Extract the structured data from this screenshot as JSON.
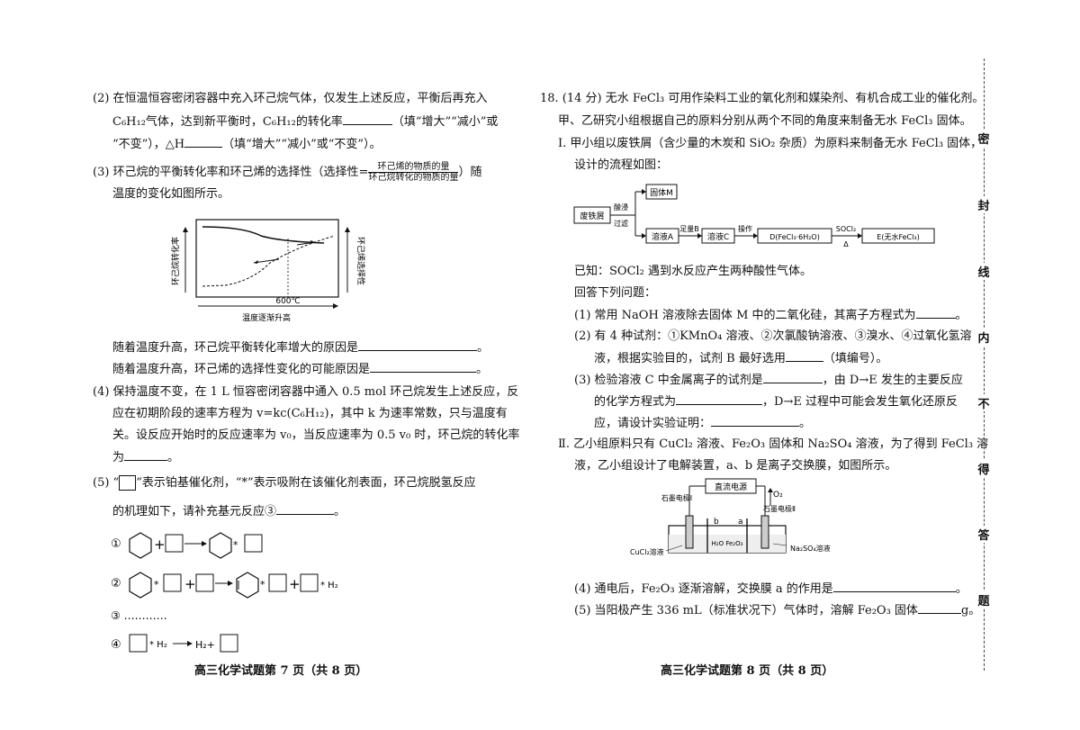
{
  "left_page": {
    "q2": {
      "line1": "(2) 在恒温恒容密闭容器中充入环己烷气体，仅发生上述反应，平衡后再充入",
      "line2a": "C₆H₁₂气体，达到新平衡时，C₆H₁₂的转化率",
      "line2b": "（填“增大”“减小”或",
      "line3a": "“不变”），△H",
      "line3b": "（填“增大”“减小”或“不变”）。"
    },
    "q3": {
      "line1a": "(3) 环己烷的平衡转化率和环己烯的选择性（选择性=",
      "frac_num": "环己烯的物质的量",
      "frac_den": "环己烷转化的物质的量",
      "line1b": "）随",
      "line2": "温度的变化如图所示。",
      "graph": {
        "ylabel_left": "环己烷转化率",
        "ylabel_right": "环己烯选择性",
        "tick": "600℃",
        "xlabel": "温度逐渐升高"
      },
      "ans1": "随着温度升高，环己烷平衡转化率增大的原因是",
      "ans2": "随着温度升高，环己烯的选择性变化的可能原因是"
    },
    "q4": {
      "line1": "(4) 保持温度不变，在 1 L 恒容密闭容器中通入 0.5 mol 环己烷发生上述反应，反",
      "line2": "应在初期阶段的速率方程为 v=kc(C₆H₁₂)，其中 k 为速率常数，只与温度有",
      "line3": "关。设反应开始时的反应速率为 v₀，当反应速率为 0.5 v₀ 时，环己烷的转化率",
      "line4": "为"
    },
    "q5": {
      "line1a": "(5) “",
      "line1b": "”表示铂基催化剂，“*”表示吸附在该催化剂表面，环己烷脱氢反应",
      "line2": "的机理如下，请补充基元反应③",
      "steps": {
        "s1": "①",
        "s2": "②",
        "s3": "③ …………",
        "s4": "④",
        "plus": "+",
        "star": "*",
        "starH2": "* H₂",
        "H2": "H₂",
        "H2plus": "H₂+"
      }
    },
    "footer": "高三化学试题第 7 页（共 8 页）"
  },
  "right_page": {
    "q18": {
      "line1": "18. (14 分) 无水 FeCl₃ 可用作染料工业的氧化剂和媒染剂、有机合成工业的催化剂。",
      "line2": "甲、乙研究小组根据自己的原料分别从两个不同的角度来制备无水 FeCl₃ 固体。",
      "partI1": "Ⅰ. 甲小组以废铁屑（含少量的木炭和 SiO₂ 杂质）为原料来制备无水 FeCl₃ 固体，",
      "partI2": "设计的流程如图：",
      "flow": {
        "start": "废铁屑",
        "acid1": "酸浸",
        "acid2": "过滤",
        "solidM": "固体M",
        "solA": "溶液A",
        "addB": "足量B",
        "solC": "溶液C",
        "op": "操作",
        "D": "D(FeCl₃·6H₂O)",
        "socl2": "SOCl₂",
        "delta": "Δ",
        "E": "E(无水FeCl₃)"
      },
      "known": "已知：SOCl₂ 遇到水反应产生两种酸性气体。",
      "answer": "回答下列问题：",
      "s1": "(1) 常用 NaOH 溶液除去固体 M 中的二氧化硅，其离子方程式为",
      "s2a": "(2) 有 4 种试剂：①KMnO₄ 溶液、②次氯酸钠溶液、③溴水、④过氧化氢溶",
      "s2b1": "液，根据实验目的，试剂 B 最好选用",
      "s2b2": "（填编号）。",
      "s3a1": "(3) 检验溶液 C 中金属离子的试剂是",
      "s3a2": "，由 D→E 发生的主要反应",
      "s3b1": "的化学方程式为",
      "s3b2": "，D→E 过程中可能会发生氧化还原反",
      "s3c": "应，请设计实验证明：",
      "partII1": "Ⅱ. 乙小组原料只有 CuCl₂ 溶液、Fe₂O₃ 固体和 Na₂SO₄ 溶液，为了得到 FeCl₃ 溶",
      "partII2": "液，乙小组设计了电解装置，a、b 是离子交换膜，如图所示。",
      "cell": {
        "power": "直流电源",
        "o2": "O₂",
        "elecI": "石墨电极Ⅰ",
        "elecII": "石墨电极Ⅱ",
        "b": "b",
        "a": "a",
        "cucl2": "CuCl₂溶液",
        "mid": "H₂O Fe₂O₃",
        "na2so4": "Na₂SO₄溶液"
      },
      "s4": "(4) 通电后，Fe₂O₃ 逐渐溶解，交换膜 a 的作用是",
      "s5a": "(5) 当阳极产生 336 mL（标准状况下）气体时，溶解 Fe₂O₃ 固体",
      "s5b": "g。"
    },
    "footer": "高三化学试题第 8 页（共 8 页）"
  },
  "seal": [
    "密",
    "封",
    "线",
    "内",
    "不",
    "得",
    "答",
    "题"
  ],
  "end_period": "。"
}
